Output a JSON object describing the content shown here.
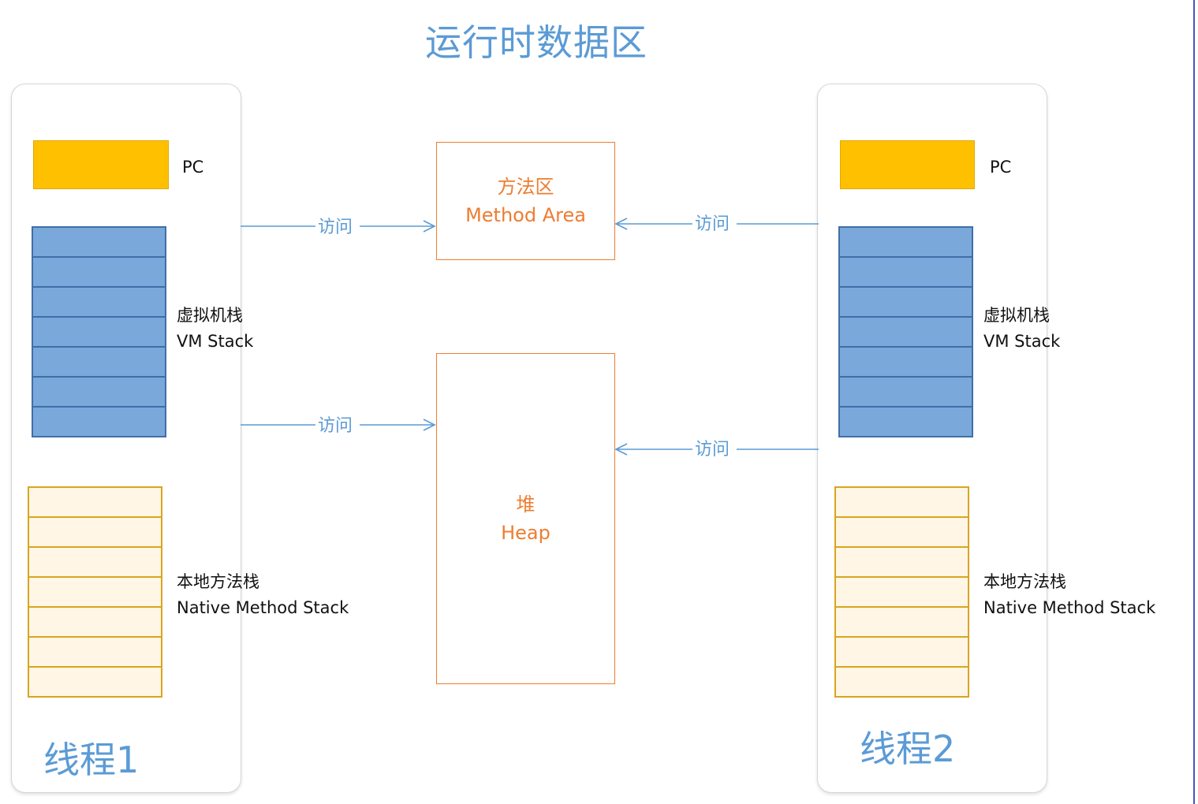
{
  "title": "运行时数据区",
  "thread1": {
    "name": "线程1",
    "pc_label": "PC",
    "vm_stack_cn": "虚拟机栈",
    "vm_stack_en": "VM Stack",
    "native_stack_cn": "本地方法栈",
    "native_stack_en": "Native Method Stack"
  },
  "thread2": {
    "name": "线程2",
    "pc_label": "PC",
    "vm_stack_cn": "虚拟机栈",
    "vm_stack_en": "VM Stack",
    "native_stack_cn": "本地方法栈",
    "native_stack_en": "Native Method Stack"
  },
  "method_area": {
    "cn": "方法区",
    "en": "Method Area"
  },
  "heap": {
    "cn": "堆",
    "en": "Heap"
  },
  "arrows": {
    "access": "访问"
  },
  "colors": {
    "accent_blue": "#5b9bd5",
    "pc": "#ffc000",
    "vm_stack": "#7aa8db",
    "native_stack": "#fff6e6",
    "shared_area": "#ed7d31"
  }
}
